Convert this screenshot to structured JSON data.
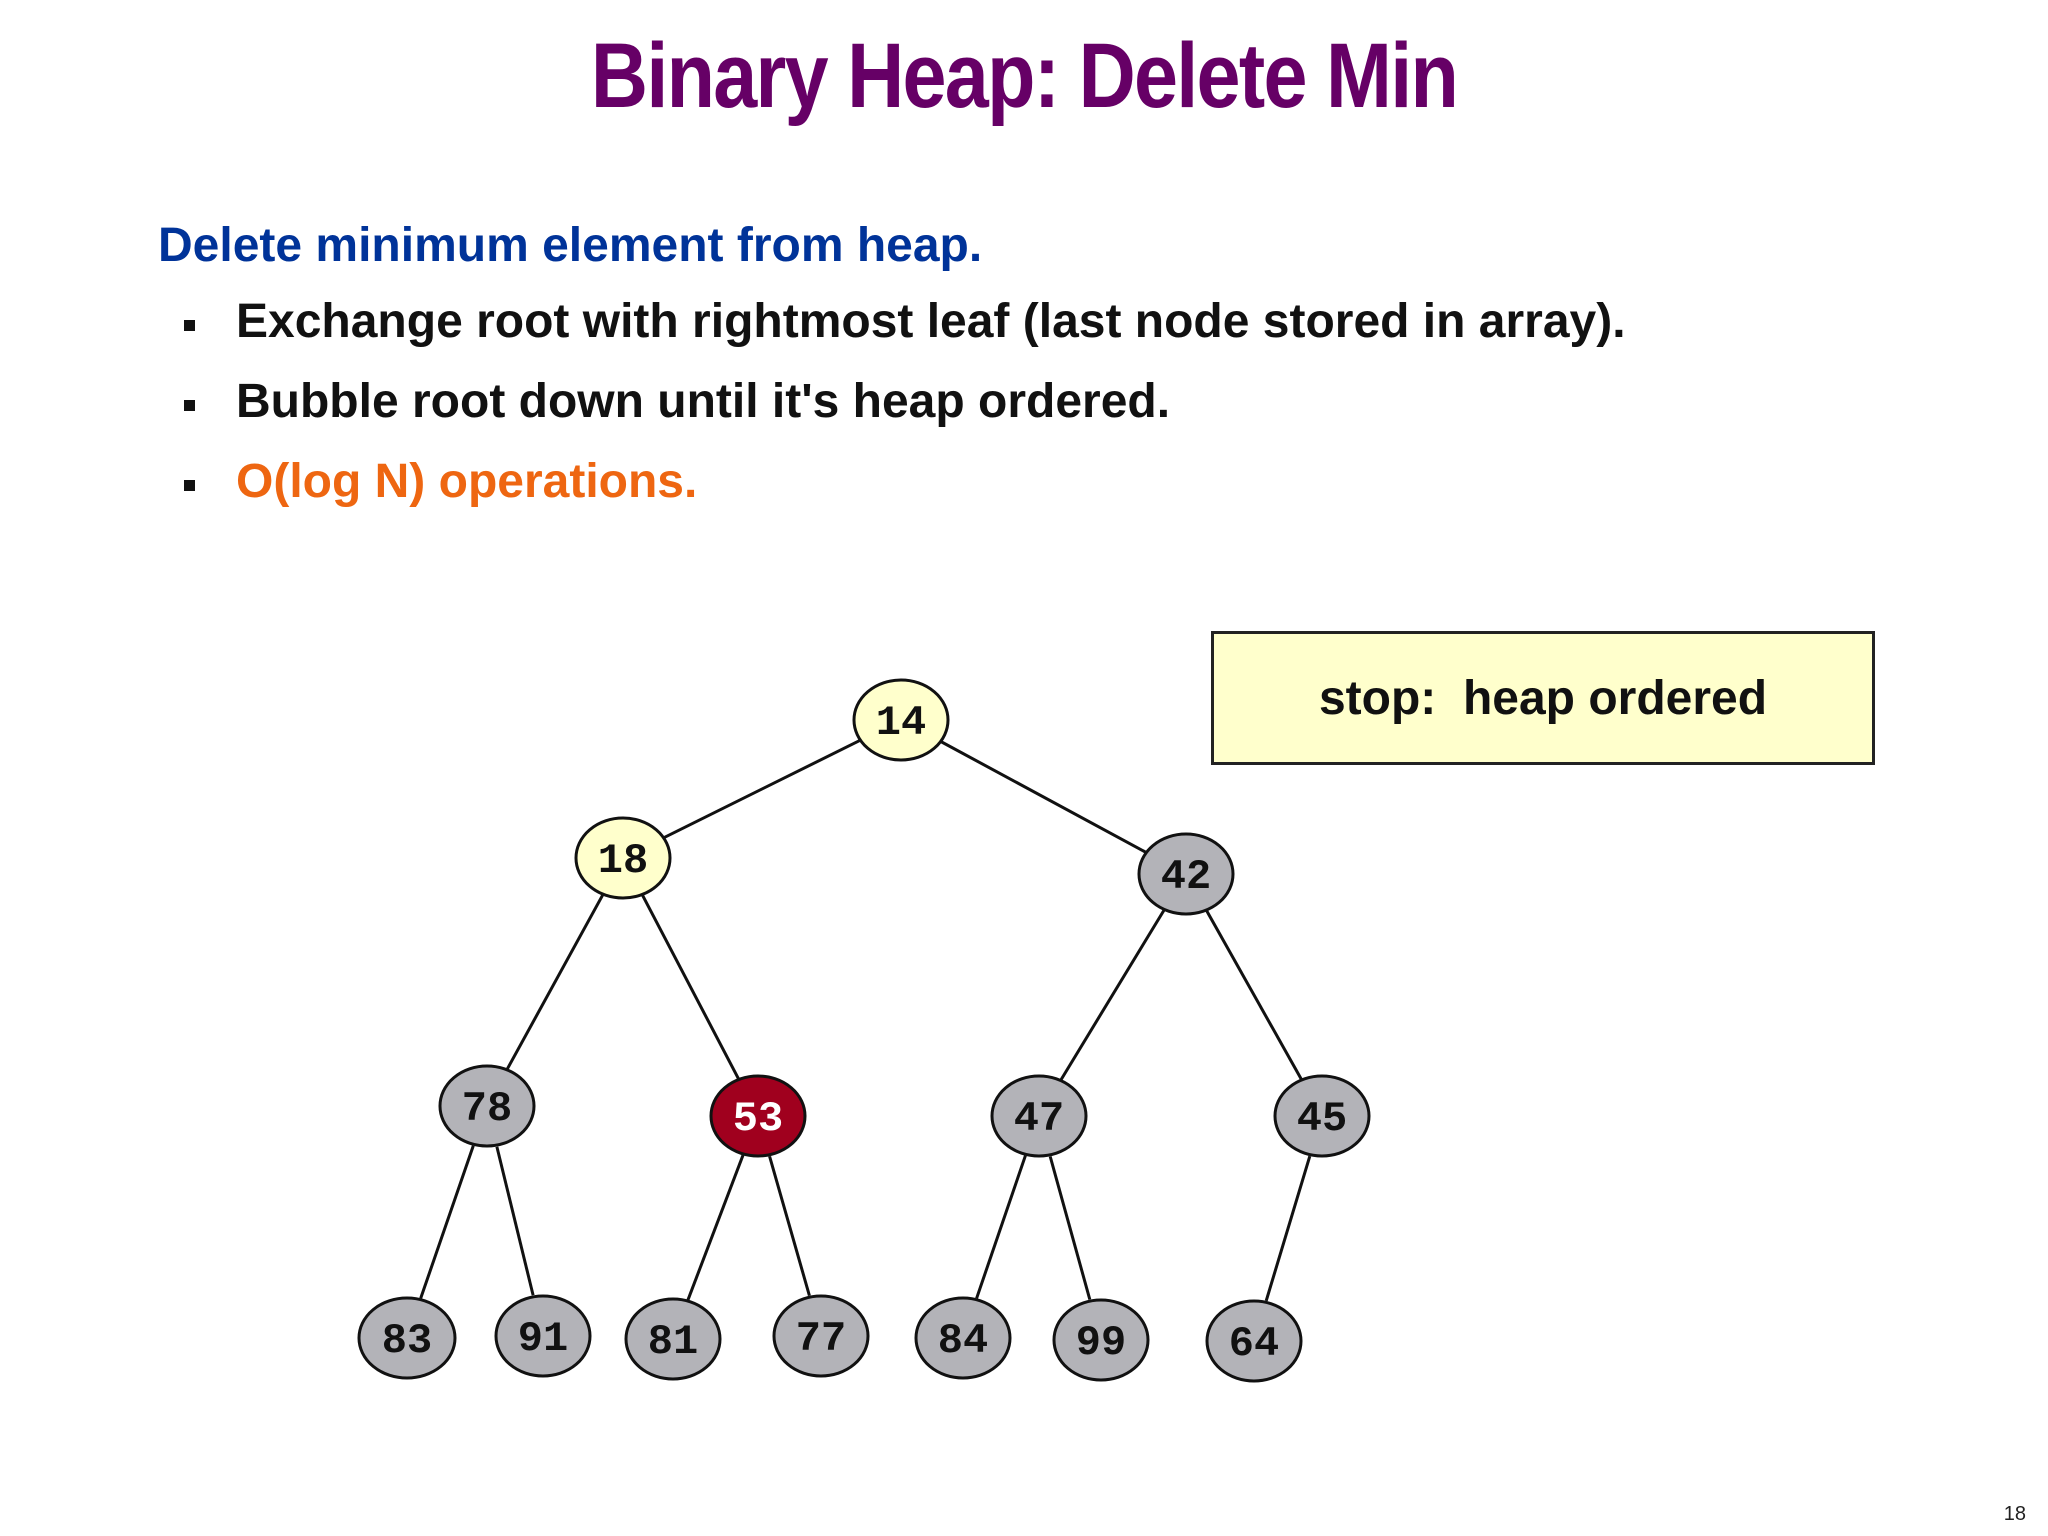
{
  "slide": {
    "title": "Binary Heap:  Delete Min",
    "subtitle": "Delete minimum element from heap.",
    "bullets": [
      "Exchange root with rightmost leaf (last node stored in array).",
      "Bubble root down until it's heap ordered.",
      "O(log N) operations."
    ],
    "callout": "stop:  heap ordered",
    "page_number": "18"
  },
  "colors": {
    "title": "#660066",
    "subtitle": "#003399",
    "accent_bullet": "#ee6611",
    "node_default": "#b3b3b8",
    "node_path": "#ffffcc",
    "node_current": "#a0001e",
    "callout_bg": "#ffffcc"
  },
  "heap": {
    "nodes": [
      {
        "id": "n14",
        "value": "14",
        "state": "path"
      },
      {
        "id": "n18",
        "value": "18",
        "state": "path"
      },
      {
        "id": "n42",
        "value": "42",
        "state": "default"
      },
      {
        "id": "n78",
        "value": "78",
        "state": "default"
      },
      {
        "id": "n53",
        "value": "53",
        "state": "current"
      },
      {
        "id": "n47",
        "value": "47",
        "state": "default"
      },
      {
        "id": "n45",
        "value": "45",
        "state": "default"
      },
      {
        "id": "n83",
        "value": "83",
        "state": "default"
      },
      {
        "id": "n91",
        "value": "91",
        "state": "default"
      },
      {
        "id": "n81",
        "value": "81",
        "state": "default"
      },
      {
        "id": "n77",
        "value": "77",
        "state": "default"
      },
      {
        "id": "n84",
        "value": "84",
        "state": "default"
      },
      {
        "id": "n99",
        "value": "99",
        "state": "default"
      },
      {
        "id": "n64",
        "value": "64",
        "state": "default"
      }
    ],
    "edges": [
      [
        "n14",
        "n18"
      ],
      [
        "n14",
        "n42"
      ],
      [
        "n18",
        "n78"
      ],
      [
        "n18",
        "n53"
      ],
      [
        "n42",
        "n47"
      ],
      [
        "n42",
        "n45"
      ],
      [
        "n78",
        "n83"
      ],
      [
        "n78",
        "n91"
      ],
      [
        "n53",
        "n81"
      ],
      [
        "n53",
        "n77"
      ],
      [
        "n47",
        "n84"
      ],
      [
        "n47",
        "n99"
      ],
      [
        "n45",
        "n64"
      ]
    ]
  }
}
